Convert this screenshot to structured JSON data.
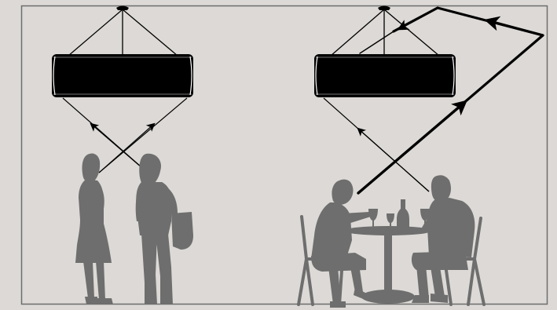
{
  "colors": {
    "background": "#ffffff",
    "panel": "#dcd9d6",
    "frame": "#6e6e6e",
    "fixture": "#000000",
    "fixture_rim": "#ffffff",
    "wire": "#000000",
    "ray": "#000000",
    "silhouette": "#6e6e6e"
  },
  "scene": {
    "left": {
      "fixture": "suspended-cylinder-light",
      "people": [
        "standing-woman",
        "standing-woman-with-bag"
      ],
      "rays": [
        "crossing-ray-to-left-edge",
        "crossing-ray-to-right-edge"
      ]
    },
    "right": {
      "fixture": "suspended-cylinder-light",
      "people": [
        "seated-woman",
        "seated-man"
      ],
      "table": "round-bistro-table",
      "bottles_and_glasses": [
        "wine-bottle",
        "wine-glass",
        "wine-glass",
        "wine-glass"
      ],
      "rays": [
        "man-to-fixture-ray",
        "woman-reflected-ray-bold"
      ]
    }
  }
}
